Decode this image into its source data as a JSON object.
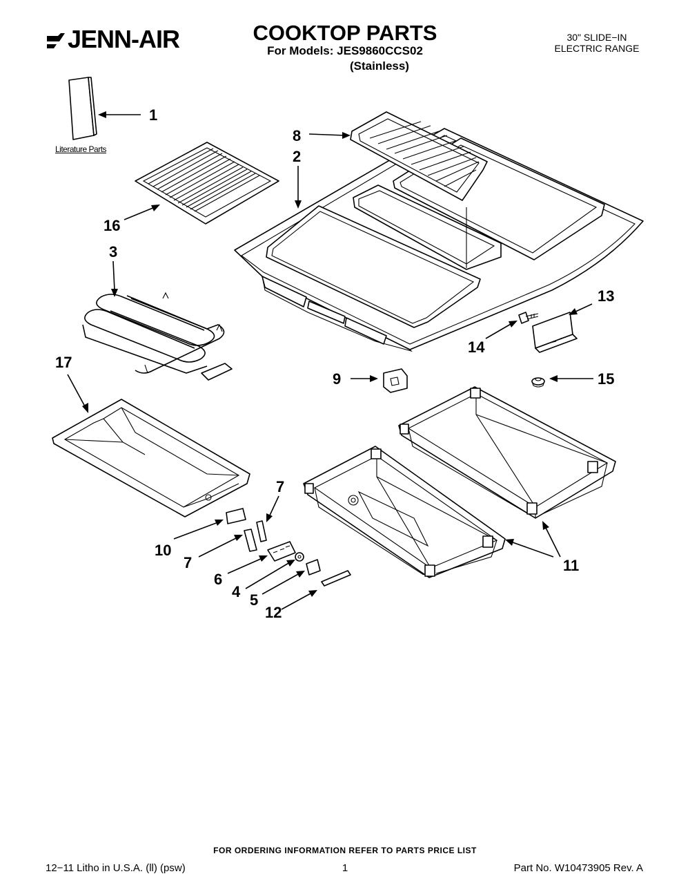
{
  "header": {
    "brand": "JENN-AIR",
    "title": "COOKTOP PARTS",
    "models": "For Models: JES9860CCS02",
    "finish": "(Stainless)",
    "product_line1": "30\" SLIDE−IN",
    "product_line2": "ELECTRIC RANGE"
  },
  "literature_label": "Literature Parts",
  "callouts": {
    "c1": "1",
    "c2": "2",
    "c3": "3",
    "c4": "4",
    "c5": "5",
    "c6": "6",
    "c7a": "7",
    "c7b": "7",
    "c8": "8",
    "c9": "9",
    "c10": "10",
    "c11": "11",
    "c12": "12",
    "c13": "13",
    "c14": "14",
    "c15": "15",
    "c16": "16",
    "c17": "17"
  },
  "footer": {
    "ordering": "FOR ORDERING INFORMATION REFER TO PARTS PRICE LIST",
    "litho": "12−11 Litho in U.S.A. (ll) (psw)",
    "page": "1",
    "part_no": "Part No. W10473905 Rev. A"
  }
}
